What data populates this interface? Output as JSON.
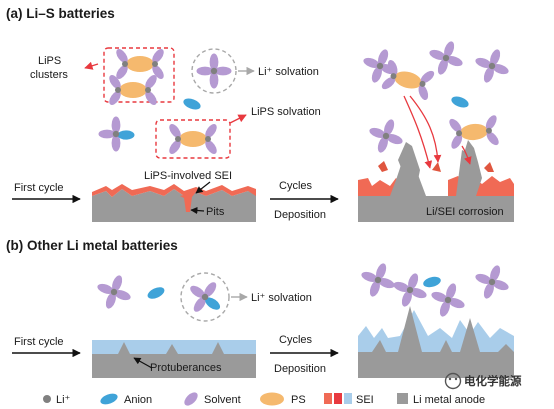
{
  "panel_a": {
    "title": "(a) Li–S batteries",
    "lips_clusters": [
      "LiPS",
      "clusters"
    ],
    "li_solvation": "Li⁺ solvation",
    "lips_solvation": "LiPS solvation",
    "lips_sei": "LiPS-involved SEI",
    "pits": "Pits",
    "first_cycle": "First cycle",
    "cycles": "Cycles",
    "deposition": "Deposition",
    "corrosion": "Li/SEI corrosion"
  },
  "panel_b": {
    "title": "(b) Other Li metal batteries",
    "li_solvation": "Li⁺ solvation",
    "first_cycle": "First cycle",
    "cycles": "Cycles",
    "deposition": "Deposition",
    "protuberances": "Protuberances"
  },
  "legend": {
    "li": "Li⁺",
    "anion": "Anion",
    "solvent": "Solvent",
    "ps": "PS",
    "sei": "SEI",
    "anode": "Li metal anode"
  },
  "watermark": "电化学能源",
  "colors": {
    "solvent": "#b59ad2",
    "anion": "#3fa3d8",
    "ps": "#f5b96e",
    "li": "#808080",
    "sei_red": "#f06a55",
    "sei_blue": "#a9cdea",
    "anode": "#9a9a9a",
    "dashed_red": "#e8393f",
    "dashed_gray": "#a8a8a8"
  }
}
